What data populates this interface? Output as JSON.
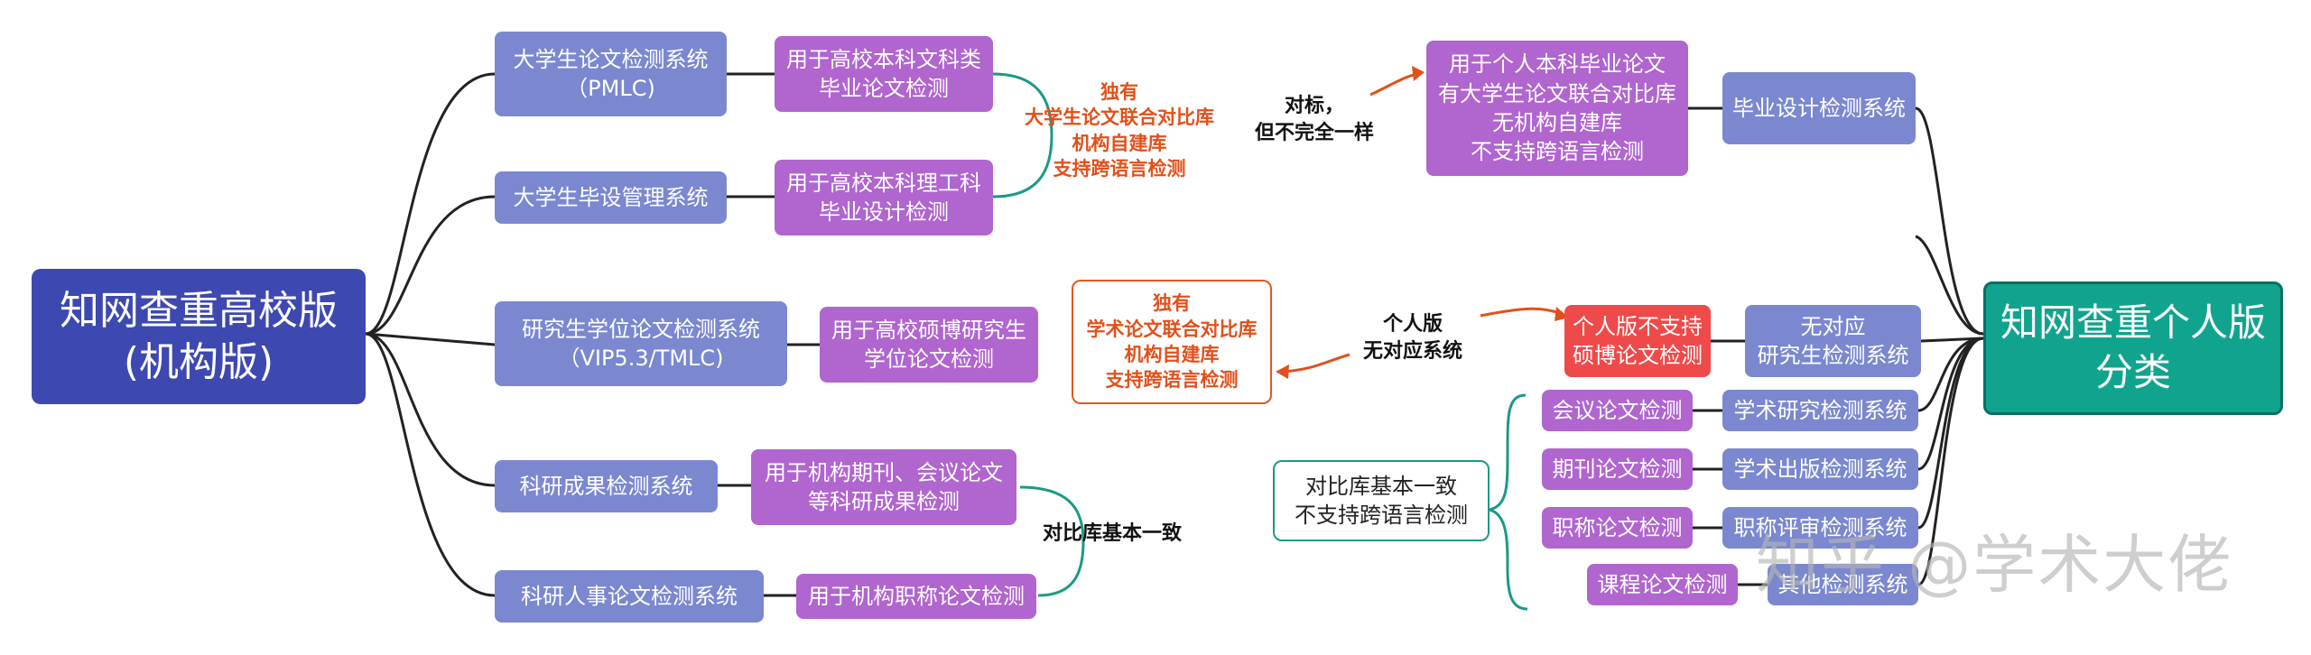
{
  "left_root": {
    "lines": [
      "知网查重高校版",
      "(机构版)"
    ]
  },
  "right_root": {
    "lines": [
      "知网查重个人版",
      "分类"
    ]
  },
  "left_systems": [
    {
      "lines": [
        "大学生论文检测系统",
        "（PMLC)"
      ]
    },
    {
      "lines": [
        "大学生毕设管理系统"
      ]
    },
    {
      "lines": [
        "研究生学位论文检测系统",
        "（VIP5.3/TMLC)"
      ]
    },
    {
      "lines": [
        "科研成果检测系统"
      ]
    },
    {
      "lines": [
        "科研人事论文检测系统"
      ]
    }
  ],
  "left_uses": [
    {
      "lines": [
        "用于高校本科文科类",
        "毕业论文检测"
      ]
    },
    {
      "lines": [
        "用于高校本科理工科",
        "毕业设计检测"
      ]
    },
    {
      "lines": [
        "用于高校硕博研究生",
        "学位论文检测"
      ]
    },
    {
      "lines": [
        "用于机构期刊、会议论文",
        "等科研成果检测"
      ]
    },
    {
      "lines": [
        "用于机构职称论文检测"
      ]
    }
  ],
  "undergrad_exclusive": {
    "lines": [
      "独有",
      "大学生论文联合对比库",
      "机构自建库",
      "支持跨语言检测"
    ]
  },
  "grad_exclusive": {
    "lines": [
      "独有",
      "学术论文联合对比库",
      "机构自建库",
      "支持跨语言检测"
    ]
  },
  "benchmark_label": {
    "lines": [
      "对标，",
      "但不完全一样"
    ]
  },
  "personal_no_match_label": {
    "lines": [
      "个人版",
      "无对应系统"
    ]
  },
  "research_compare_label": {
    "lines": [
      "对比库基本一致"
    ]
  },
  "personal_undergrad": {
    "lines": [
      "用于个人本科毕业论文",
      "有大学生论文联合对比库",
      "无机构自建库",
      "不支持跨语言检测"
    ]
  },
  "personal_design": {
    "lines": [
      "毕业设计检测系统"
    ]
  },
  "personal_no_grad": {
    "lines": [
      "个人版不支持",
      "硕博论文检测"
    ]
  },
  "no_grad_system": {
    "lines": [
      "无对应",
      "研究生检测系统"
    ]
  },
  "personal_categories": [
    {
      "left": "会议论文检测",
      "right": "学术研究检测系统"
    },
    {
      "left": "期刊论文检测",
      "right": "学术出版检测系统"
    },
    {
      "left": "职称论文检测",
      "right": "职称评审检测系统"
    },
    {
      "left": "课程论文检测",
      "right": "其他检测系统"
    }
  ],
  "common_note": {
    "lines": [
      "对比库基本一致",
      "不支持跨语言检测"
    ]
  },
  "watermark": "知乎 @学术大佬"
}
